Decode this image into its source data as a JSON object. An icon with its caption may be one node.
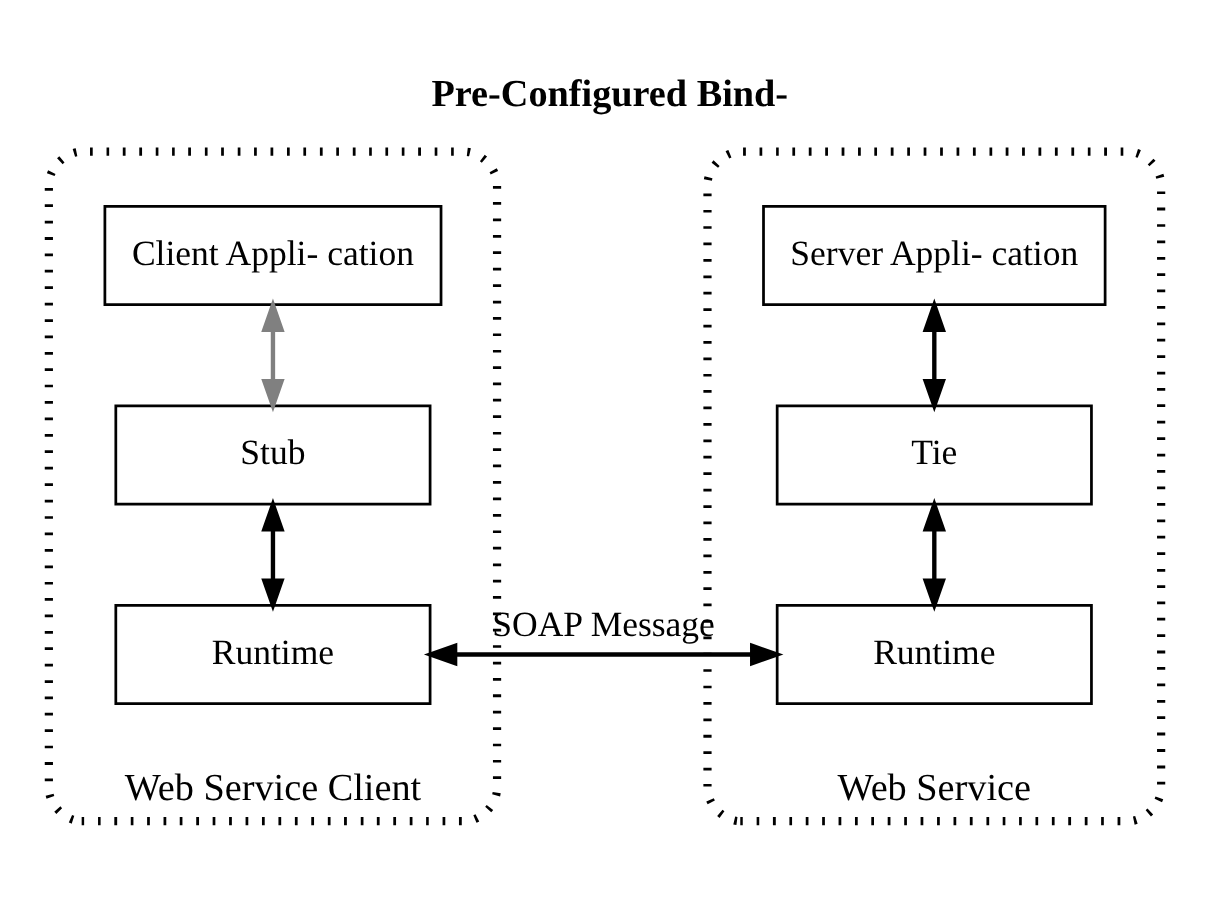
{
  "diagram": {
    "title": "Pre-Configured Bind-",
    "nodes": [
      {
        "text": [
          "Web Service Client"
        ]
      },
      {
        "text": [
          "Web Service"
        ]
      },
      {
        "text": [
          "Client Appli- cation"
        ],
        "in": 0
      },
      {
        "text": [
          "Stub"
        ],
        "in": 0
      },
      {
        "text": [
          "Runtime"
        ],
        "in": 0
      },
      {
        "text": [
          "Server Appli- cation"
        ],
        "in": 1
      },
      {
        "text": [
          "Tie"
        ],
        "in": 1
      },
      {
        "text": [
          "Runtime"
        ],
        "in": 1
      }
    ],
    "edges": [
      {
        "from": 2,
        "to": 3,
        "arrow": "both",
        "color": "#808080"
      },
      {
        "from": 3,
        "to": 4,
        "arrow": "both"
      },
      {
        "from": 4,
        "to": 7,
        "arrow": "both",
        "label": "SOAP Message"
      },
      {
        "from": 5,
        "to": 6,
        "arrow": "both"
      },
      {
        "from": 6,
        "to": 7,
        "arrow": "both"
      }
    ]
  }
}
